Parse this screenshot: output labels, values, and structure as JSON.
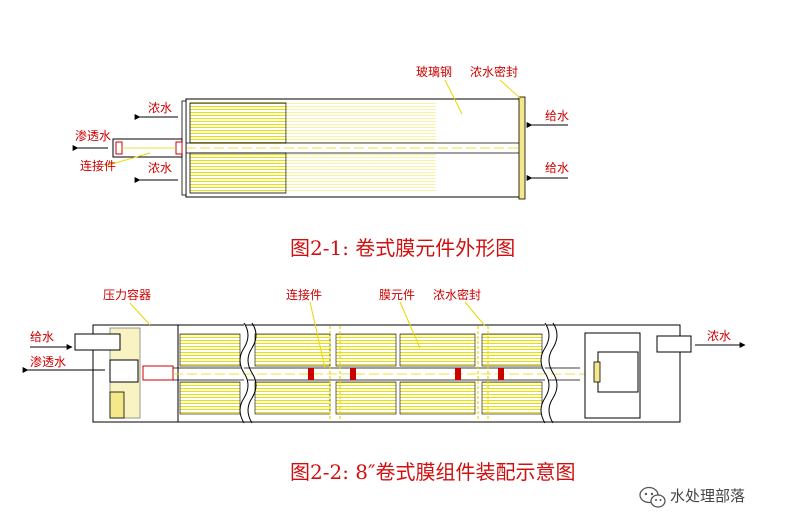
{
  "figure1": {
    "labels": {
      "frp": "玻璃钢",
      "brine_seal": "浓水密封",
      "concentrate_top": "浓水",
      "permeate": "渗透水",
      "connector": "连接件",
      "concentrate_bottom": "浓水",
      "feed_top": "给水",
      "feed_bottom": "给水"
    },
    "caption": "图2-1: 卷式膜元件外形图"
  },
  "figure2": {
    "labels": {
      "pressure_vessel": "压力容器",
      "connector": "连接件",
      "membrane_element": "膜元件",
      "brine_seal": "浓水密封",
      "feed": "给水",
      "permeate": "渗透水",
      "concentrate": "浓水"
    },
    "caption": "图2-2: 8″卷式膜组件装配示意图"
  },
  "watermark": {
    "text": "水处理部落",
    "icon": "wechat-icon"
  },
  "colors": {
    "outline": "#000000",
    "membrane_hatch": "#e8e000",
    "label_red": "#cc0000",
    "caption_red": "#d01010",
    "leader_yellow": "#e8d800"
  }
}
